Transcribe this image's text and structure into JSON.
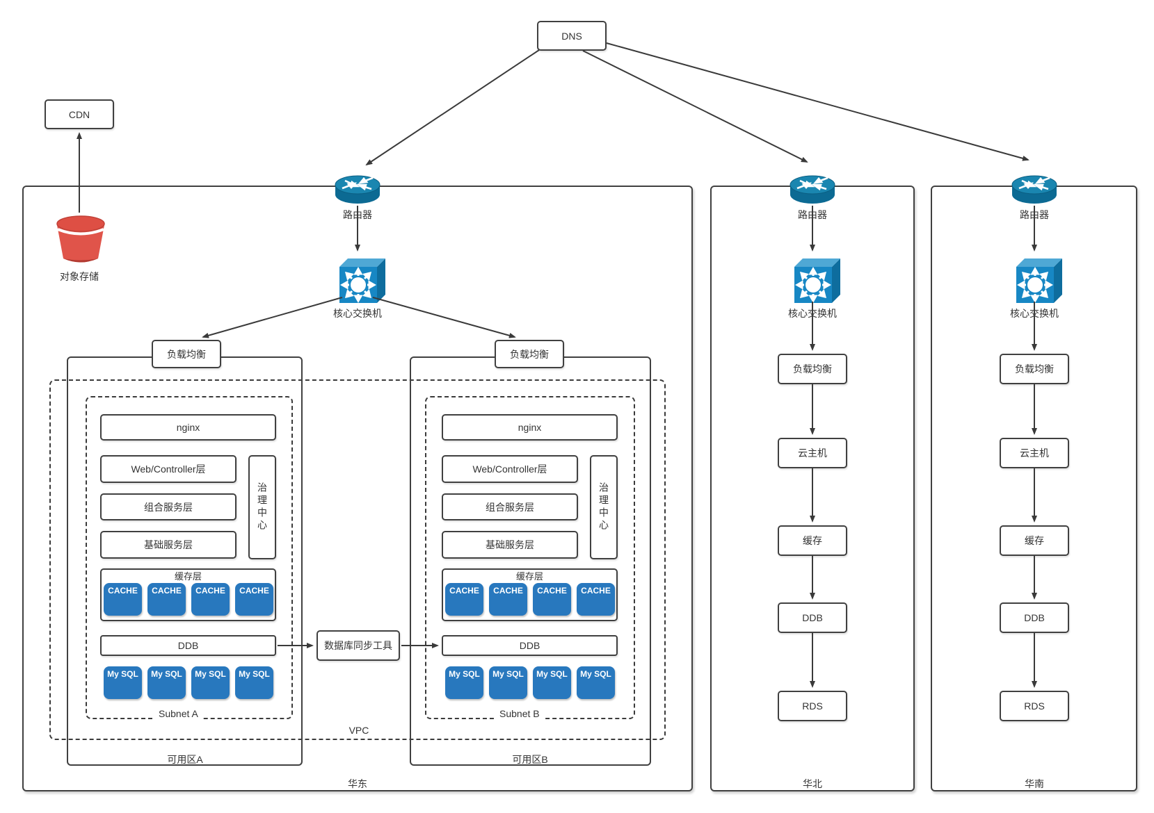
{
  "external": {
    "dns": "DNS",
    "cdn": "CDN"
  },
  "device_labels": {
    "router": "路由器",
    "core_switch": "核心交换机"
  },
  "region_east": {
    "name": "华东",
    "object_storage": "对象存储",
    "vpc_label": "VPC",
    "db_sync_tool": "数据库同步工具",
    "load_balancers": [
      "负载均衡",
      "负载均衡"
    ],
    "availability_zones": [
      {
        "name": "可用区A",
        "subnet": {
          "name": "Subnet A",
          "nginx": "nginx",
          "web_controller": "Web/Controller层",
          "composite_service": "组合服务层",
          "base_service": "基础服务层",
          "governance_center": "治理中心",
          "cache_layer_label": "缓存层",
          "cache_nodes": [
            "CACHE",
            "CACHE",
            "CACHE",
            "CACHE"
          ],
          "ddb": "DDB",
          "mysql_nodes": [
            "My SQL",
            "My SQL",
            "My SQL",
            "My SQL"
          ]
        }
      },
      {
        "name": "可用区B",
        "subnet": {
          "name": "Subnet B",
          "nginx": "nginx",
          "web_controller": "Web/Controller层",
          "composite_service": "组合服务层",
          "base_service": "基础服务层",
          "governance_center": "治理中心",
          "cache_layer_label": "缓存层",
          "cache_nodes": [
            "CACHE",
            "CACHE",
            "CACHE",
            "CACHE"
          ],
          "ddb": "DDB",
          "mysql_nodes": [
            "My SQL",
            "My SQL",
            "My SQL",
            "My SQL"
          ]
        }
      }
    ]
  },
  "region_north": {
    "name": "华北",
    "stack": [
      "负载均衡",
      "云主机",
      "缓存",
      "DDB",
      "RDS"
    ]
  },
  "region_south": {
    "name": "华南",
    "stack": [
      "负载均衡",
      "云主机",
      "缓存",
      "DDB",
      "RDS"
    ]
  },
  "colors": {
    "node_blue": "#2878BE",
    "device_blue": "#1787C4",
    "storage_red": "#E0544A",
    "line": "#3A3A3A"
  }
}
